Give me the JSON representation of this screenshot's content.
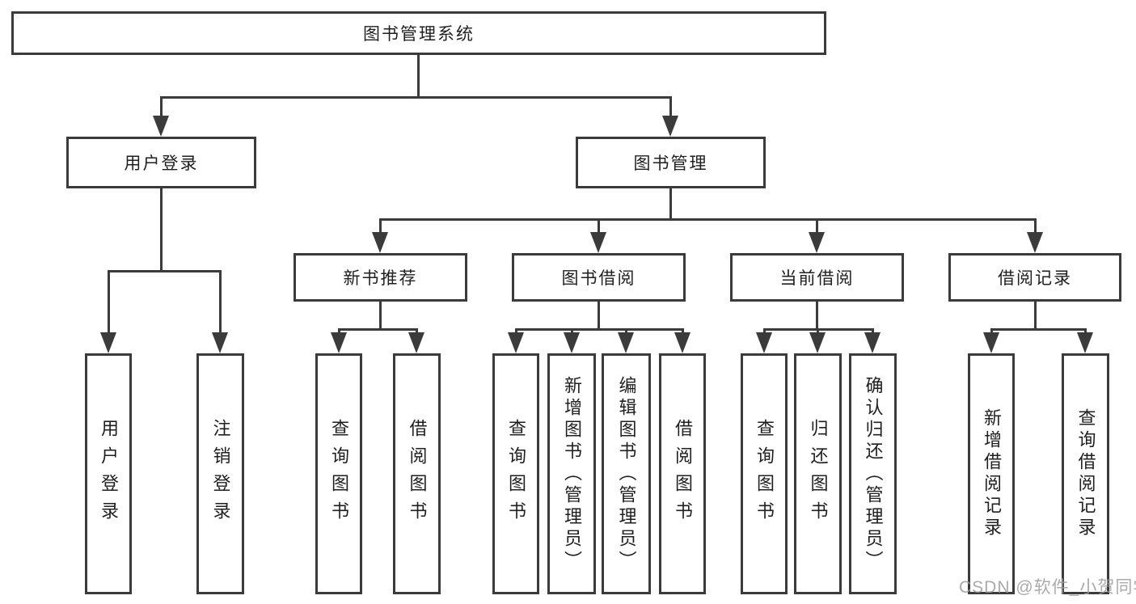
{
  "diagram": {
    "type": "hierarchy-tree",
    "root": {
      "label": "图书管理系统"
    },
    "branches": [
      {
        "label": "用户登录",
        "children": [
          {
            "label": "用户登录"
          },
          {
            "label": "注销登录"
          }
        ]
      },
      {
        "label": "图书管理",
        "children": [
          {
            "label": "新书推荐",
            "children": [
              {
                "label": "查询图书"
              },
              {
                "label": "借阅图书"
              }
            ]
          },
          {
            "label": "图书借阅",
            "children": [
              {
                "label": "查询图书"
              },
              {
                "label": "新增图书（管理员）"
              },
              {
                "label": "编辑图书（管理员）"
              },
              {
                "label": "借阅图书"
              }
            ]
          },
          {
            "label": "当前借阅",
            "children": [
              {
                "label": "查询图书"
              },
              {
                "label": "归还图书"
              },
              {
                "label": "确认归还（管理员）"
              }
            ]
          },
          {
            "label": "借阅记录",
            "children": [
              {
                "label": "新增借阅记录"
              },
              {
                "label": "查询借阅记录"
              }
            ]
          }
        ]
      }
    ]
  },
  "watermark": "CSDN @软件_小贺同学",
  "colors": {
    "line": "#3b3b3b",
    "box_border": "#3b3b3b",
    "text": "#1f1f1f",
    "watermark": "#9c9c9c",
    "background": "#ffffff"
  }
}
